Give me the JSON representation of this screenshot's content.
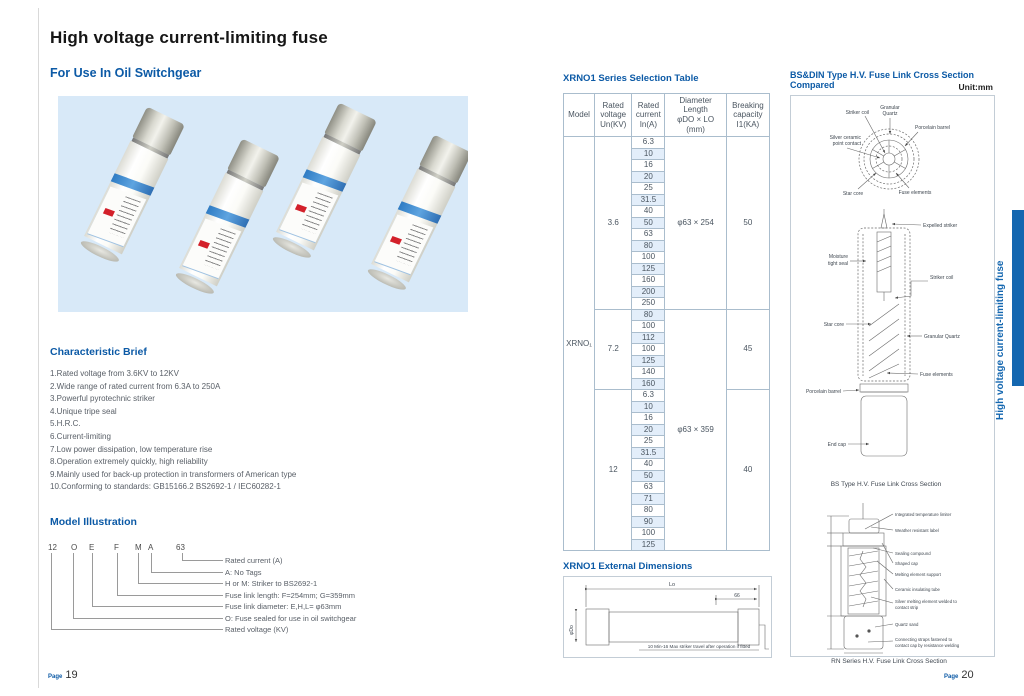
{
  "doc": {
    "title": "High voltage current-limiting fuse",
    "subtitle": "For Use In Oil Switchgear",
    "characteristic": {
      "heading": "Characteristic Brief",
      "items": [
        "1.Rated voltage from 3.6KV to 12KV",
        "2.Wide range of rated current from 6.3A to 250A",
        "3.Powerful pyrotechnic striker",
        "4.Unique tripe seal",
        "5.H.R.C.",
        "6.Current-limiting",
        "7.Low power dissipation, low temperature rise",
        "8.Operation extremely quickly, high reliability",
        "9.Mainly used for back-up protection in transformers of American type",
        "10.Conforming to standards: GB15166.2 BS2692-1 / IEC60282-1"
      ]
    },
    "model_illustration": {
      "heading": "Model Illustration",
      "codes": [
        "12",
        "O",
        "E",
        "F",
        "M",
        "A",
        "63"
      ],
      "labels": [
        "Rated current (A)",
        "A: No Tags",
        "H or M: Striker to BS2692-1",
        "Fuse link length: F=254mm; G=359mm",
        "Fuse link diameter: E,H,L= φ63mm",
        "O: Fuse sealed for use in oil switchgear",
        "Rated voltage (KV)"
      ]
    },
    "side_tab": "High voltage current-limiting fuse",
    "pages": {
      "left_label": "Page",
      "left_number": "19",
      "right_label": "Page",
      "right_number": "20"
    }
  },
  "selection_table": {
    "heading": "XRNO1 Series Selection Table",
    "columns": [
      "Model",
      "Rated voltage\nUn(KV)",
      "Rated current\nIn(A)",
      "Diameter\nLength\nφDO × LO\n(mm)",
      "Breaking\ncapacity\nI1(KA)"
    ],
    "model": "XRNO₁",
    "groups": [
      {
        "voltage": "3.6",
        "currents": [
          "6.3",
          "10",
          "16",
          "20",
          "25",
          "31.5",
          "40",
          "50",
          "63",
          "80",
          "100",
          "125",
          "160",
          "200",
          "250"
        ],
        "diameter": "φ63 × 254",
        "breaking": "50"
      },
      {
        "voltage": "7.2",
        "currents": [
          "80",
          "100",
          "112",
          "100",
          "125",
          "140",
          "160"
        ],
        "diameter": "φ63 × 359",
        "breaking": "45"
      },
      {
        "voltage": "12",
        "currents": [
          "6.3",
          "10",
          "16",
          "20",
          "25",
          "31.5",
          "40",
          "50",
          "63",
          "71",
          "80",
          "90",
          "100",
          "125"
        ],
        "breaking": "40"
      }
    ]
  },
  "external_dimensions": {
    "heading": "XRNO1 External Dimensions",
    "dim_overall": "Lo",
    "dim_cap": "66",
    "dim_diameter": "φDo",
    "note": "10 Min-16 Max striker travel after operation if fitted"
  },
  "cross_section": {
    "heading": "BS&DIN Type H.V. Fuse Link Cross Section Compared",
    "unit": "Unit:mm",
    "circular": {
      "striker_coil": "Striker coil",
      "granular_1": "Granular",
      "granular_2": "Quartz",
      "porcelain_barrel": "Porcelain barrel",
      "silver_1": "Silver ceramic",
      "silver_2": "point contact",
      "star_core": "Star core",
      "fuse_elements": "Fuse elements"
    },
    "bs": {
      "expelled_striker": "Expelled striker",
      "moisture_1": "Moisture",
      "moisture_2": "tight seal",
      "striker_coil": "Striker coil",
      "star_core": "Star core",
      "granular_quartz": "Granular Quartz",
      "fuse_elements": "Fuse elements",
      "porcelain_barrel": "Porcelain barrel",
      "end_cap": "End cap",
      "caption": "BS Type H.V. Fuse Link Cross Section"
    },
    "rn": {
      "l1": "Integrated temperature limiter",
      "l2": "Weather resistant label",
      "l3": "Sealing compound",
      "l4": "Shaped cap",
      "l5": "Melting element support",
      "l6": "Ceramic insulating tube",
      "l7a": "Silver melting element welded to",
      "l7b": "contact strip",
      "l8": "Quartz sand",
      "l9a": "Connecting straps fastened to",
      "l9b": "contact cap by resistance welding",
      "caption": "RN Series H.V. Fuse Link Cross Section"
    }
  }
}
